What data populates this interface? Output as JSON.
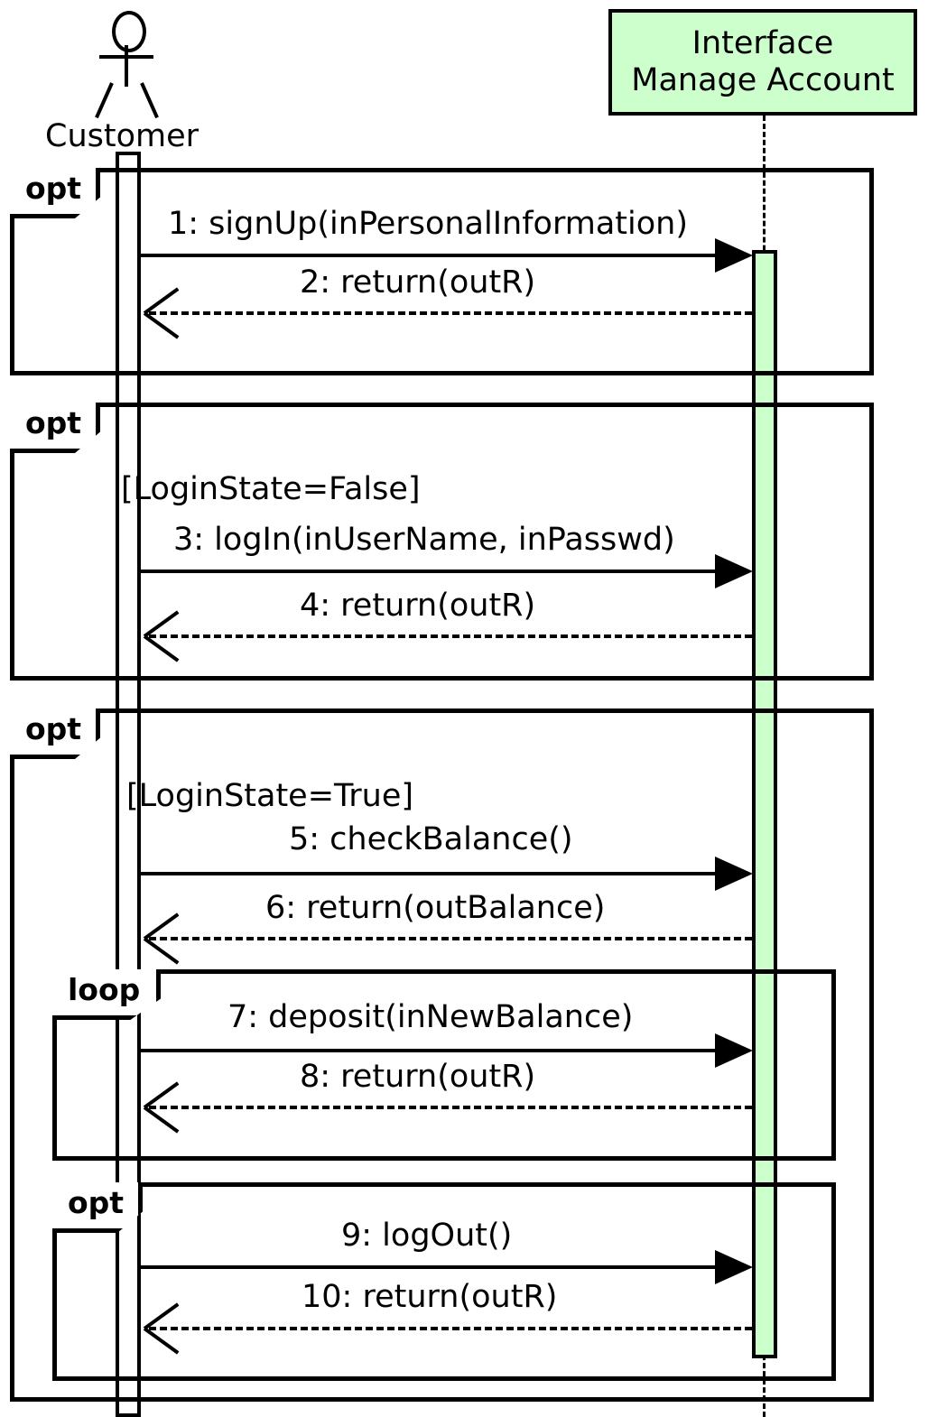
{
  "diagram": {
    "kind": "uml-sequence-diagram",
    "background": "#ffffff",
    "line_color": "#000000",
    "accent_green": "#ccffcc"
  },
  "participants": [
    {
      "id": "customer",
      "type": "actor",
      "label": "Customer",
      "activation_color": "#ffffff"
    },
    {
      "id": "interface",
      "type": "boundary-box",
      "line1": "Interface",
      "line2": "Manage Account",
      "fill": "#ccffcc",
      "activation_color": "#ccffcc"
    }
  ],
  "fragments": [
    {
      "id": "opt1",
      "operator": "opt",
      "guard": ""
    },
    {
      "id": "opt2",
      "operator": "opt",
      "guard": "[LoginState=False]"
    },
    {
      "id": "opt3",
      "operator": "opt",
      "guard": "[LoginState=True]"
    },
    {
      "id": "loop1",
      "operator": "loop",
      "guard": ""
    },
    {
      "id": "opt4",
      "operator": "opt",
      "guard": ""
    }
  ],
  "messages": [
    {
      "seq": "1",
      "label": "1: signUp(inPersonalInformation)",
      "from": "customer",
      "to": "interface",
      "style": "call"
    },
    {
      "seq": "2",
      "label": "2: return(outR)",
      "from": "interface",
      "to": "customer",
      "style": "return"
    },
    {
      "seq": "3",
      "label": "3: logIn(inUserName, inPasswd)",
      "from": "customer",
      "to": "interface",
      "style": "call"
    },
    {
      "seq": "4",
      "label": "4: return(outR)",
      "from": "interface",
      "to": "customer",
      "style": "return"
    },
    {
      "seq": "5",
      "label": "5: checkBalance()",
      "from": "customer",
      "to": "interface",
      "style": "call"
    },
    {
      "seq": "6",
      "label": "6: return(outBalance)",
      "from": "interface",
      "to": "customer",
      "style": "return"
    },
    {
      "seq": "7",
      "label": "7: deposit(inNewBalance)",
      "from": "customer",
      "to": "interface",
      "style": "call"
    },
    {
      "seq": "8",
      "label": "8: return(outR)",
      "from": "interface",
      "to": "customer",
      "style": "return"
    },
    {
      "seq": "9",
      "label": "9: logOut()",
      "from": "customer",
      "to": "interface",
      "style": "call"
    },
    {
      "seq": "10",
      "label": "10: return(outR)",
      "from": "interface",
      "to": "customer",
      "style": "return"
    }
  ]
}
